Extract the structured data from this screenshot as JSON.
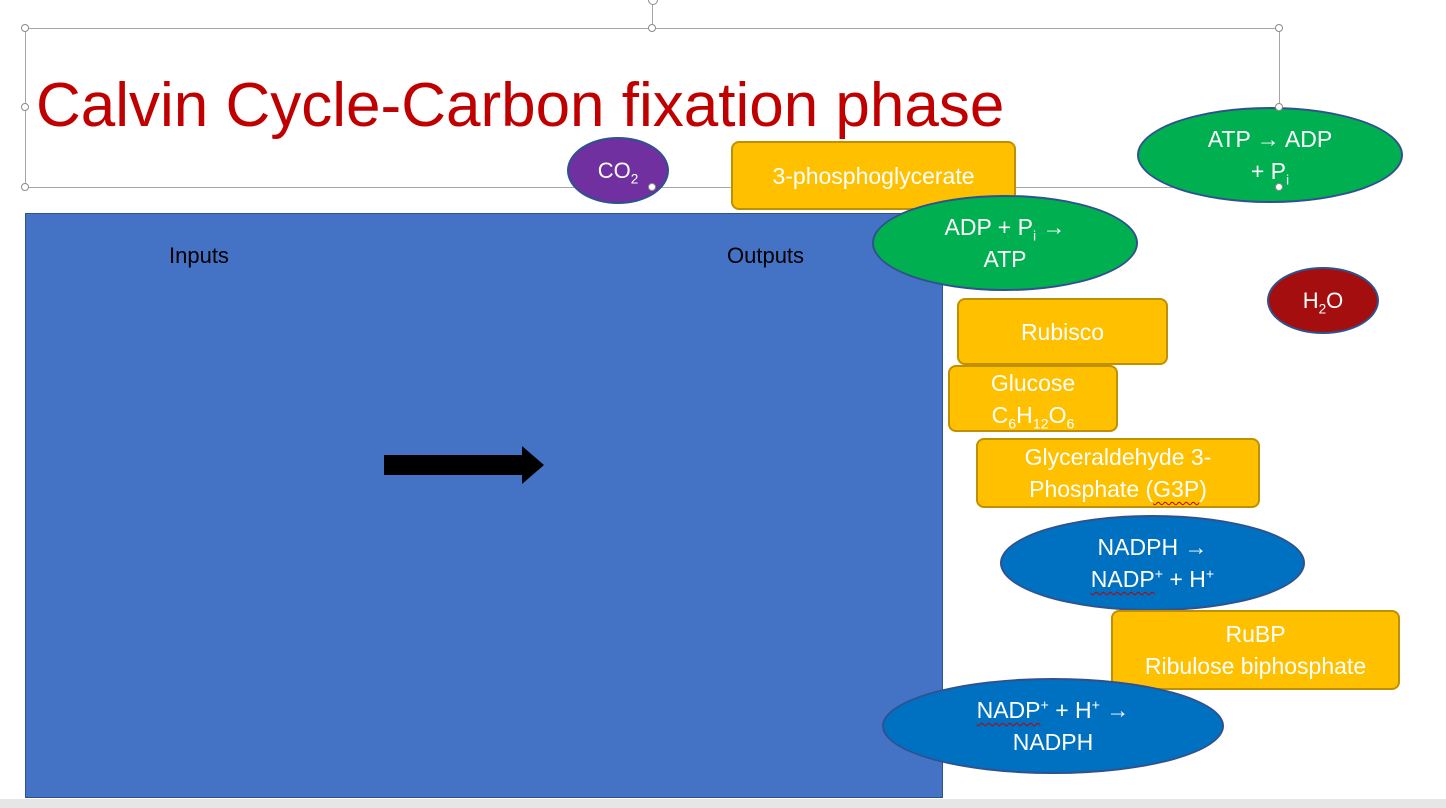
{
  "slide": {
    "title": "Calvin Cycle-Carbon fixation phase",
    "inputs_label": "Inputs",
    "outputs_label": "Outputs"
  },
  "colors": {
    "title": "#c00000",
    "board": "#4472c4",
    "card_yellow": "#ffc000",
    "oval_green": "#00b050",
    "oval_blue": "#0070c0",
    "oval_purple": "#7030a0",
    "oval_red": "#a50e0e"
  },
  "cards": {
    "co2": {
      "main": "CO",
      "sub": "2"
    },
    "pga": {
      "text": "3-phosphoglycerate"
    },
    "atp_adp": {
      "line1": "ATP → ADP",
      "line2_pre": "+ P",
      "line2_sub": "i"
    },
    "adp_atp": {
      "line1_pre": "ADP + P",
      "line1_sub": "i",
      "line1_post": " →",
      "line2": "ATP"
    },
    "h2o": {
      "pre": "H",
      "sub": "2",
      "post": "O"
    },
    "rubisco": {
      "text": "Rubisco"
    },
    "glucose": {
      "line1": "Glucose",
      "c": "C",
      "c_sub": "6",
      "h": "H",
      "h_sub": "12",
      "o": "O",
      "o_sub": "6"
    },
    "g3p": {
      "line1": "Glyceraldehyde 3-",
      "line2_pre": "Phosphate (",
      "line2_mark": "G3P",
      "line2_post": ")"
    },
    "nadph_ox": {
      "line1": "NADPH →",
      "line2_mark": "NADP",
      "line2_sup": "+",
      "line2_mid": " + H",
      "line2_sup2": "+"
    },
    "rubp": {
      "line1": "RuBP",
      "line2": "Ribulose biphosphate"
    },
    "nadp_red": {
      "line1_mark": "NADP",
      "line1_sup": "+",
      "line1_mid": " + H",
      "line1_sup2": "+",
      "line1_post": " →",
      "line2": "NADPH"
    }
  }
}
